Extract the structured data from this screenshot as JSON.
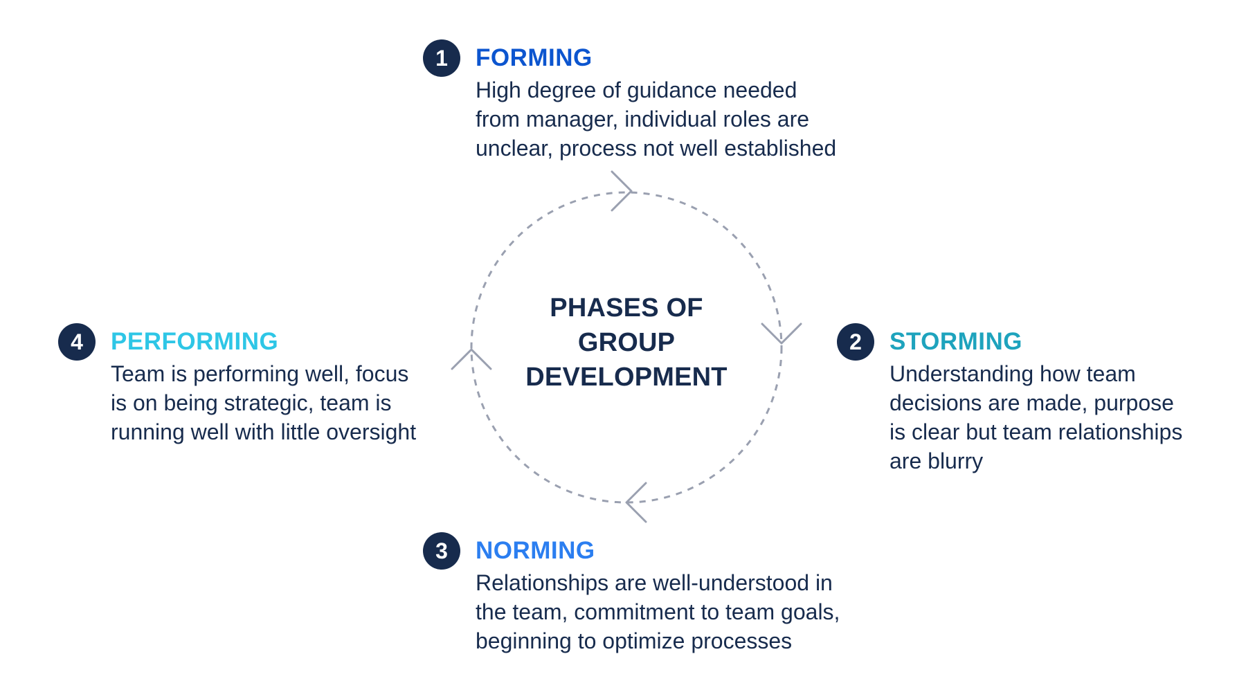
{
  "title_lines": [
    "PHASES OF",
    "GROUP",
    "DEVELOPMENT"
  ],
  "colors": {
    "dark_navy": "#172b4d",
    "forming": "#0c55cf",
    "storming": "#1ea3bd",
    "norming": "#2b7ef0",
    "performing": "#2ec6e6",
    "cycle_line": "#9aa0b0"
  },
  "phases": [
    {
      "number": "1",
      "name": "FORMING",
      "lines": [
        "High degree of guidance needed",
        "from manager, individual roles are",
        "unclear, process not well established"
      ]
    },
    {
      "number": "2",
      "name": "STORMING",
      "lines": [
        "Understanding how team",
        "decisions are made, purpose",
        "is clear but team relationships",
        "are blurry"
      ]
    },
    {
      "number": "3",
      "name": "NORMING",
      "lines": [
        "Relationships are well-understood in",
        "the team, commitment to team goals,",
        "beginning to optimize processes"
      ]
    },
    {
      "number": "4",
      "name": "PERFORMING",
      "lines": [
        "Team is performing well, focus",
        "is on being strategic, team is",
        "running well with little oversight"
      ]
    }
  ]
}
